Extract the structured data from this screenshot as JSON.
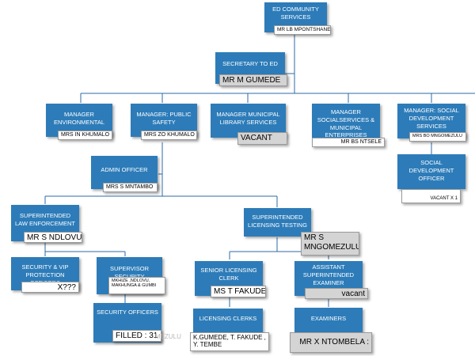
{
  "ed": {
    "title": "ED COMMUNITY SERVICES",
    "name": "MR LB MPONTSHANE"
  },
  "secretary": {
    "title": "SECRETARY TO ED",
    "name": "MR M GUMEDE"
  },
  "managers": [
    {
      "title": "MANAGER ENVIRONMENTAL",
      "name": "MRS IN KHUMALO"
    },
    {
      "title": "MANAGER: PUBLIC SAFETY",
      "name": "MRS ZO KHUMALO"
    },
    {
      "title": "MANAGER MUNICIPAL LIBRARY SERVICES",
      "name": "VACANT"
    },
    {
      "title": "MANAGER SOCIALSERVICES & MUNICIPAL ENTERPRISES",
      "name": "MR BS NTSELE"
    },
    {
      "title": "MANAGER: SOCIAL DEVELOPMENT SERVICES",
      "name": "MRS BO MNGOMEZULU"
    }
  ],
  "social_dev_officer": {
    "title": "SOCIAL DEVELOPMENT OFFICER",
    "name": "VACANT X 1"
  },
  "admin_officer": {
    "title": "ADMIN OFFICER",
    "name": "MRS S MNTAMBO"
  },
  "law_enforcement": {
    "title": "SUPERINTENDED LAW ENFORCEMENT",
    "name": "MR S NDLOVU"
  },
  "licensing_testing": {
    "title": "SUPERINTENDED LICENSING TESTING",
    "name": "MR S MNGOMEZULU"
  },
  "security_vip": {
    "title": "SECURITY & VIP PROTECTION OFFICERS",
    "name": "X???"
  },
  "supervisor_security": {
    "title": "SUPERVISOR SECURITY",
    "name": "MKHIZE ,NDLOVU, MAKHUNGA & GUMBI"
  },
  "security_officers": {
    "title": "SECURITY OFFICERS",
    "name": "FILLED : 31",
    "ghost": "MEZULU"
  },
  "senior_licensing": {
    "title": "SENIOR LICENSING CLERK",
    "name": "MS T FAKUDE"
  },
  "licensing_clerks": {
    "title": "LICENSING CLERKS",
    "name": "K.GUMEDE, T. FAKUDE , Y. TEMBE"
  },
  "asst_examiner": {
    "title": "ASSISTANT SUPERINTENDED EXAMINER",
    "name": "vacant"
  },
  "examiners": {
    "title": "EXAMINERS",
    "name": "MR X NTOMBELA :"
  },
  "colors": {
    "box": "#2d7cb9",
    "line": "#2e6aa8",
    "tag_grey": "#d4d4d4"
  }
}
